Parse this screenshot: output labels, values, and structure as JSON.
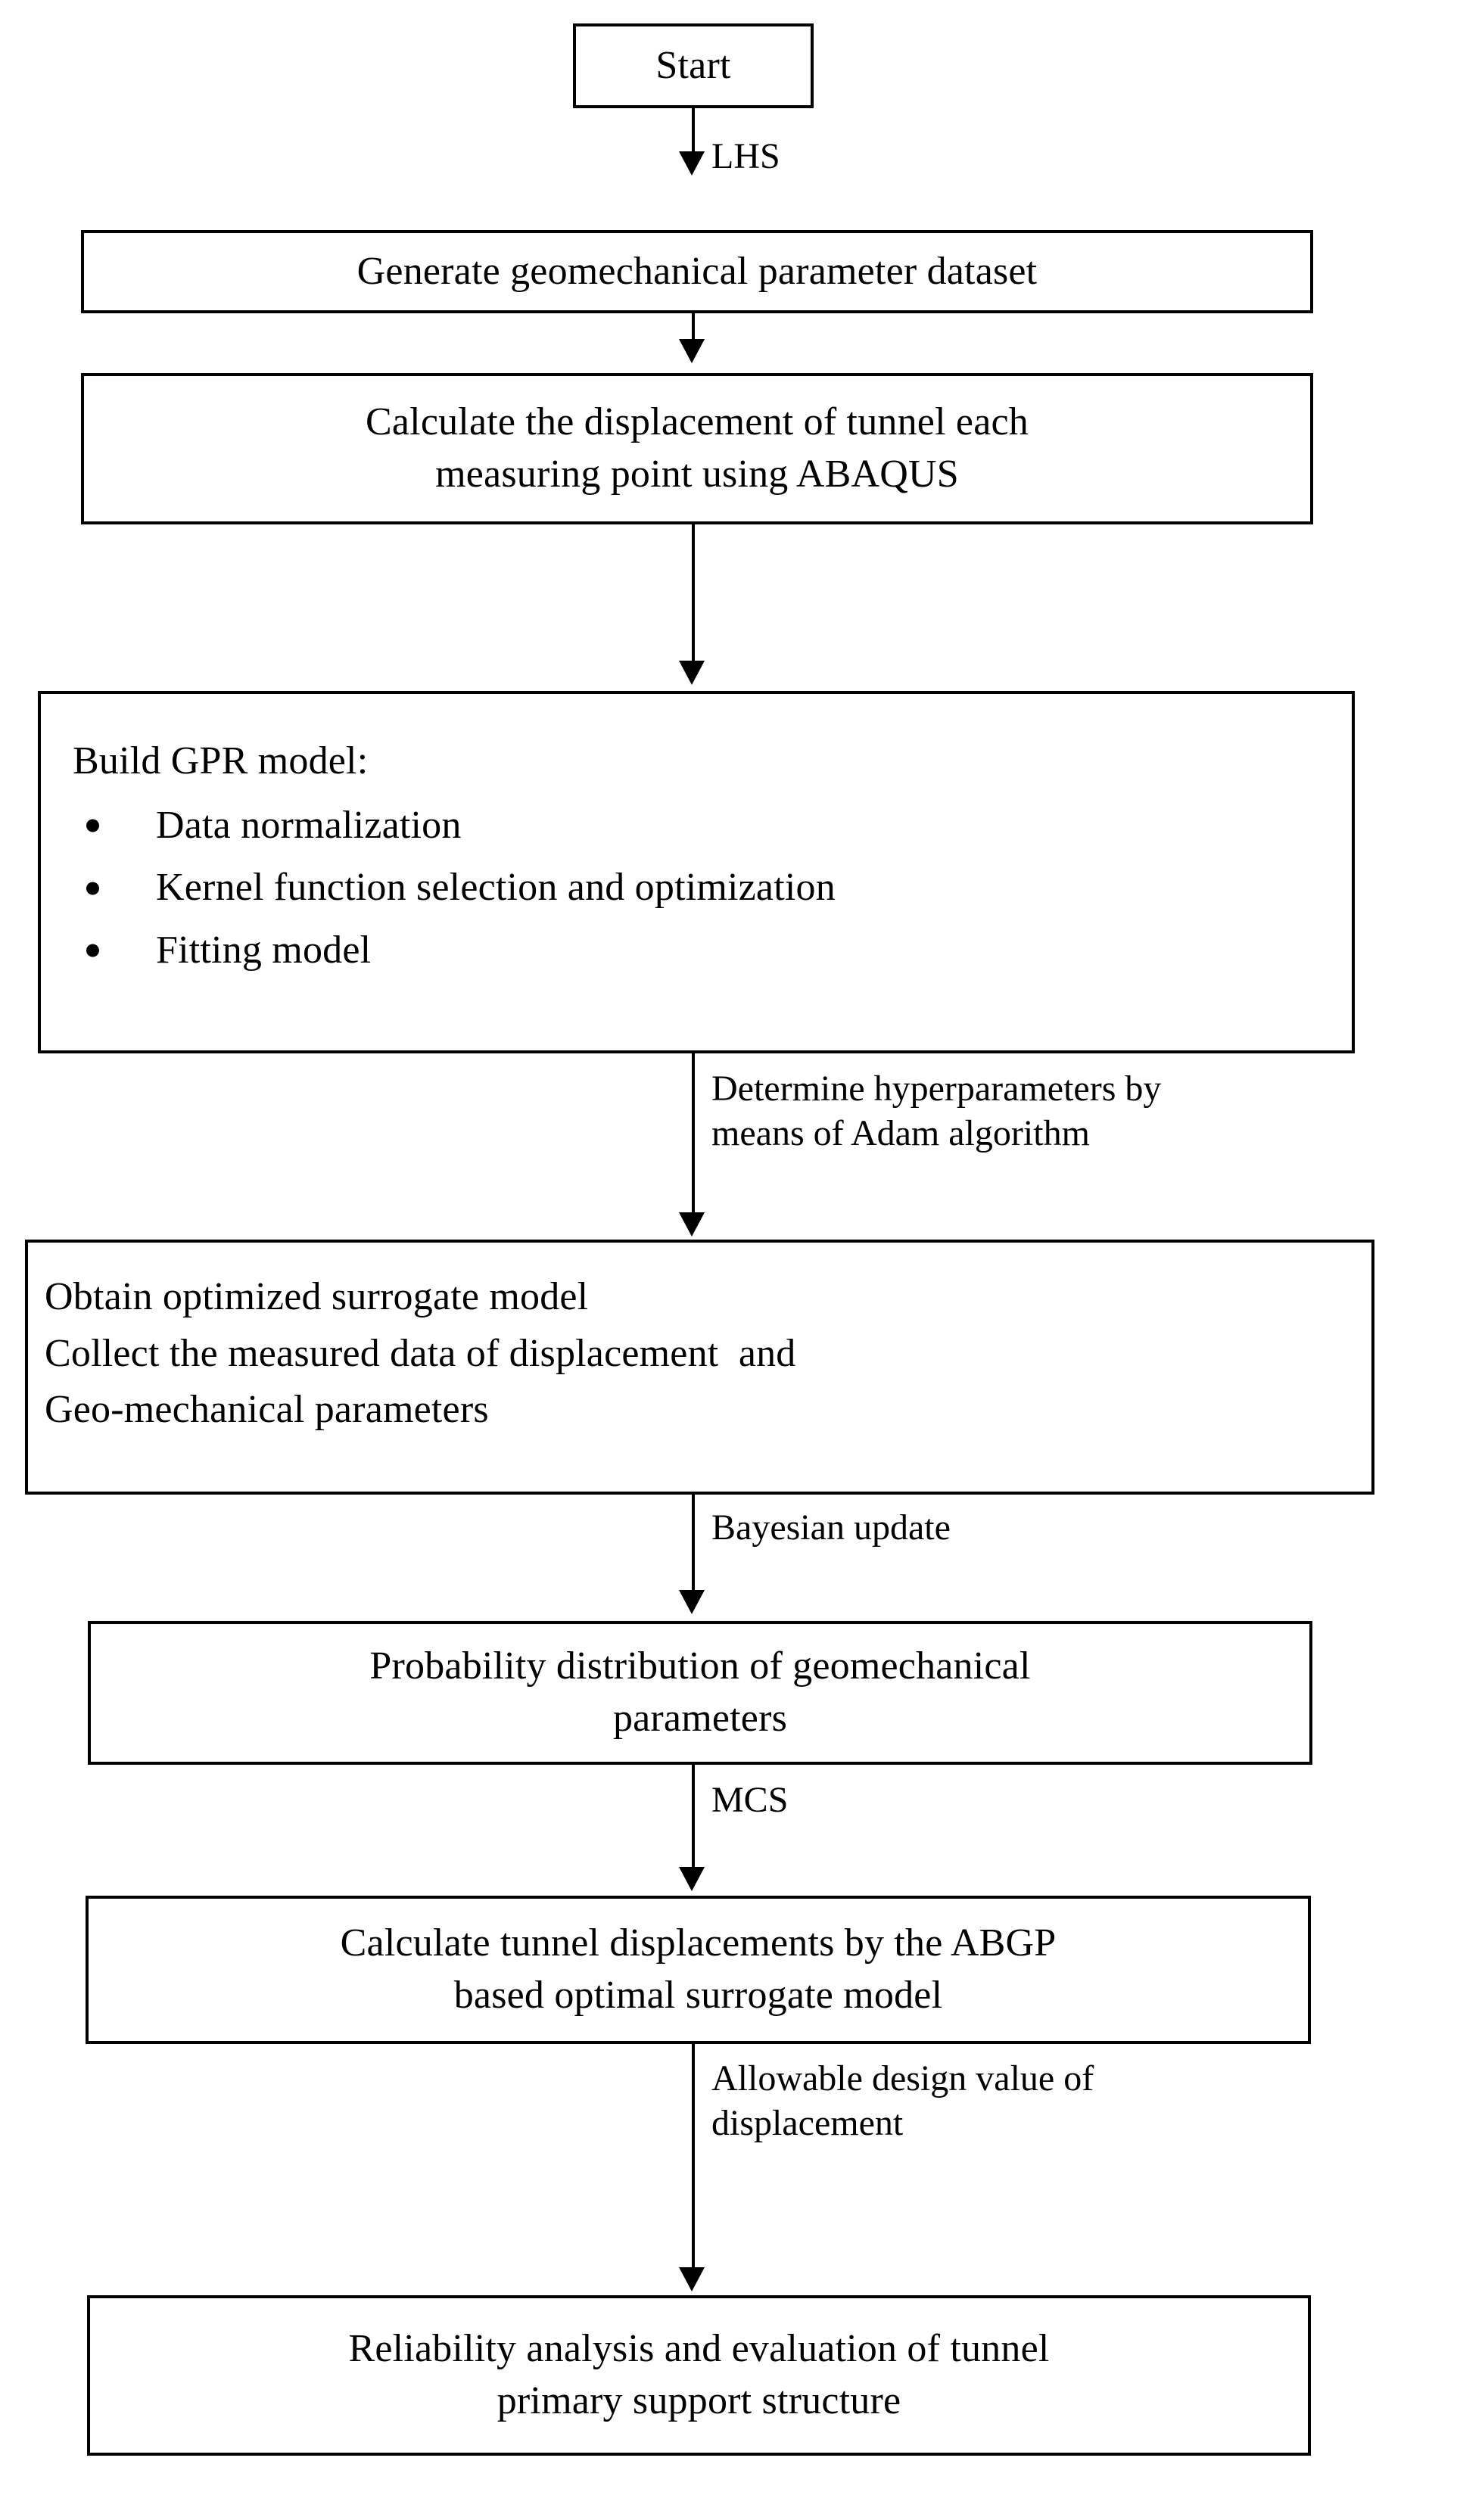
{
  "diagram": {
    "type": "flowchart",
    "title": "Reliability analysis workflow for tunnel primary support structure",
    "orientation": "top-to-bottom",
    "background_color": "#ffffff",
    "line_color": "#000000",
    "text_color": "#000000"
  },
  "nodes": {
    "start": {
      "label": "Start"
    },
    "generate": {
      "label": "Generate geomechanical parameter dataset"
    },
    "abaqus": {
      "label": "Calculate the displacement of tunnel each\nmeasuring point using ABAQUS"
    },
    "gpr": {
      "title": "Build GPR model:",
      "bullets": [
        "Data normalization",
        "Kernel function selection and optimization",
        "Fitting model"
      ]
    },
    "obtain": {
      "lines": [
        "Obtain optimized surrogate model",
        "Collect the measured data of displacement  and",
        "Geo-mechanical parameters"
      ]
    },
    "probability": {
      "label": "Probability distribution of geomechanical\nparameters"
    },
    "abgp": {
      "label": "Calculate tunnel displacements  by the ABGP\nbased optimal surrogate model"
    },
    "reliability": {
      "label": "Reliability analysis and evaluation of tunnel\nprimary support structure"
    }
  },
  "edges": [
    {
      "id": "e1",
      "from": "start",
      "to": "generate",
      "label": "LHS"
    },
    {
      "id": "e2",
      "from": "generate",
      "to": "abaqus",
      "label": ""
    },
    {
      "id": "e3",
      "from": "abaqus",
      "to": "gpr",
      "label": ""
    },
    {
      "id": "e4",
      "from": "gpr",
      "to": "obtain",
      "label": "Determine hyperparameters by\nmeans of Adam algorithm"
    },
    {
      "id": "e5",
      "from": "obtain",
      "to": "probability",
      "label": "Bayesian update"
    },
    {
      "id": "e6",
      "from": "probability",
      "to": "abgp",
      "label": "MCS"
    },
    {
      "id": "e7",
      "from": "abgp",
      "to": "reliability",
      "label": "Allowable design value of\ndisplacement"
    }
  ],
  "edge_labels": {
    "lhs": "LHS",
    "adam": "Determine hyperparameters by\nmeans of Adam algorithm",
    "bayesian": "Bayesian update",
    "mcs": "MCS",
    "allowable": "Allowable design value of\ndisplacement"
  }
}
